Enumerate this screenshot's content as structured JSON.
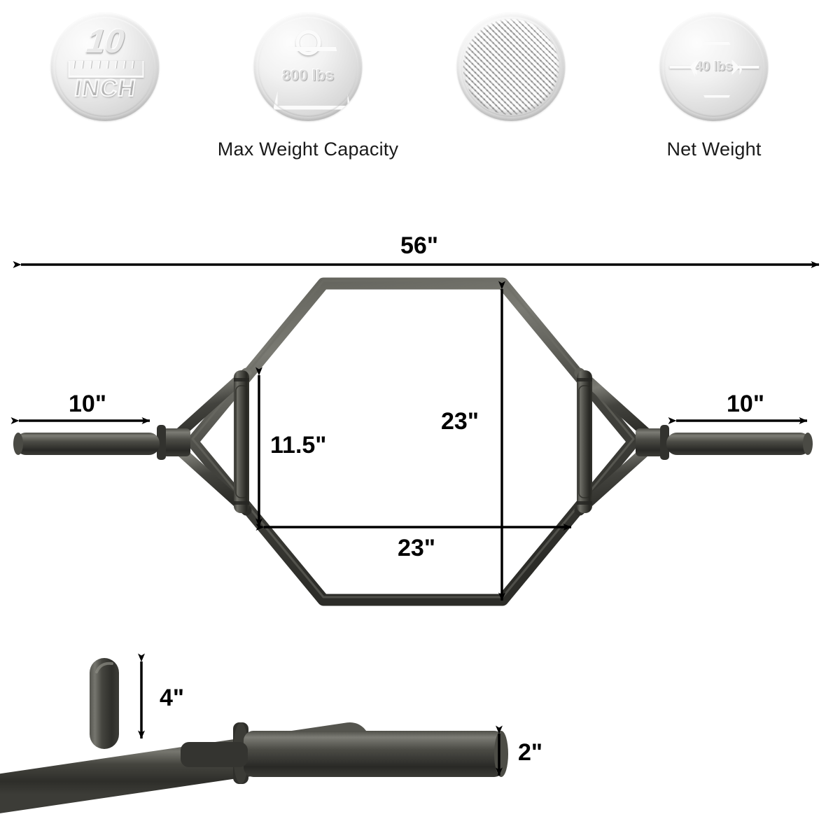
{
  "badges": [
    {
      "id": "grip-length-badge",
      "icon": "ruler-inch-icon",
      "value": "10",
      "unit": "INCH",
      "label": ""
    },
    {
      "id": "max-weight-capacity-badge",
      "icon": "weight-block-icon",
      "value": "800 lbs",
      "label": "Max Weight Capacity"
    },
    {
      "id": "knurling-badge",
      "icon": "knurled-texture-icon",
      "value": "",
      "label": ""
    },
    {
      "id": "net-weight-badge",
      "icon": "hex-bar-weight-icon",
      "value": "40 lbs",
      "label": "Net Weight"
    }
  ],
  "main_diagram": {
    "name": "hex-trap-bar-top-view",
    "dimensions": {
      "overall_length": "56\"",
      "left_sleeve": "10\"",
      "right_sleeve": "10\"",
      "handle_height": "11.5\"",
      "frame_height": "23\"",
      "frame_width": "23\""
    }
  },
  "detail_diagram": {
    "name": "bar-end-detail-view",
    "dimensions": {
      "post_height": "4\"",
      "sleeve_diameter": "2\""
    }
  },
  "colors": {
    "bar_dark": "#3a3a38",
    "bar_mid": "#4a4a47",
    "bar_light": "#6d6d68",
    "line_black": "#000000",
    "coin_silver": "#dcdcdc",
    "background": "#ffffff"
  }
}
